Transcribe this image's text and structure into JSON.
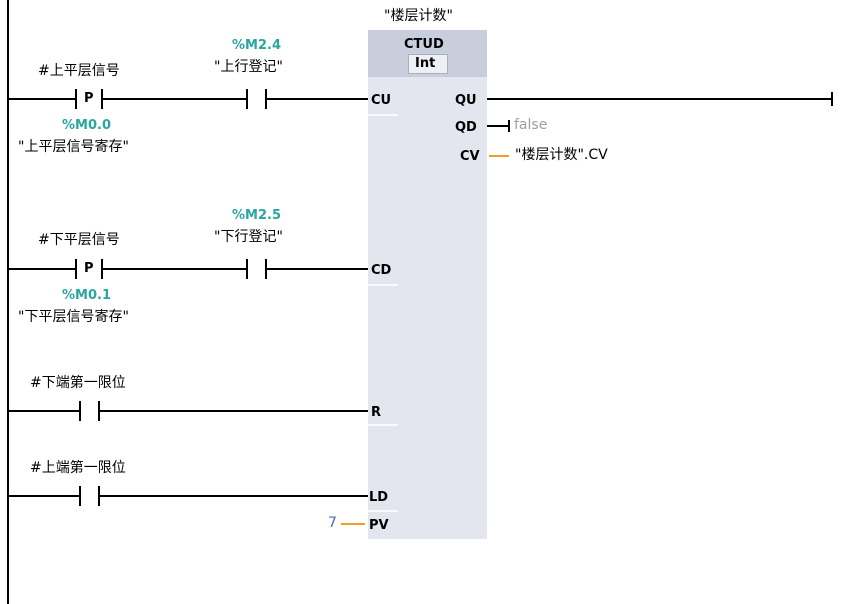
{
  "block": {
    "instance_name": "\"楼层计数\"",
    "type": "CTUD",
    "datatype": "Int"
  },
  "pins": {
    "cu": "CU",
    "cd": "CD",
    "r": "R",
    "ld": "LD",
    "pv": "PV",
    "qu": "QU",
    "qd": "QD",
    "cv": "CV"
  },
  "outputs": {
    "qd_value": "false",
    "cv_value": "\"楼层计数\".CV",
    "pv_value": "7"
  },
  "rungs": [
    {
      "p_label": "#上平层信号",
      "p_mark": "P",
      "p_addr": "%M0.0",
      "p_mem": "\"上平层信号寄存\"",
      "c_addr": "%M2.4",
      "c_label": "\"上行登记\""
    },
    {
      "p_label": "#下平层信号",
      "p_mark": "P",
      "p_addr": "%M0.1",
      "p_mem": "\"下平层信号寄存\"",
      "c_addr": "%M2.5",
      "c_label": "\"下行登记\""
    },
    {
      "c_label": "#下端第一限位"
    },
    {
      "c_label": "#上端第一限位"
    }
  ]
}
